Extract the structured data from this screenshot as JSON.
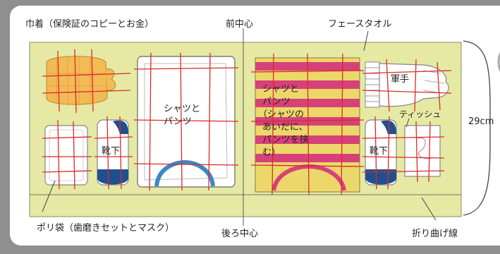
{
  "labels": {
    "kinchaku": "巾着（保険証のコピーとお金）",
    "front_center": "前中心",
    "face_towel": "フェースタオル",
    "poly_bag": "ポリ袋（歯磨きセットとマスク）",
    "back_center": "後ろ中心",
    "fold_line": "折り曲げ線",
    "height": "29cm"
  },
  "items": {
    "shirt_pants_left": [
      "シャツと",
      "パンツ"
    ],
    "shirt_pants_right": [
      "シャツと",
      "パンツ",
      "（シャツの",
      "あいだに、",
      "パンツを挟",
      "む）"
    ],
    "socks_left": "靴下",
    "socks_right": "靴下",
    "gloves": "軍手",
    "tissue": "ティッシュ"
  },
  "colors": {
    "background": "#8f8f8f",
    "panel": "#ffffff",
    "board": "#e6e9a3",
    "guide_line": "#d92a2a",
    "stripe_pink": "#d7417a",
    "stripe_yellow": "#ecd86a",
    "arch_blue": "#3f86c2",
    "sock_navy": "#1f4f8f"
  }
}
